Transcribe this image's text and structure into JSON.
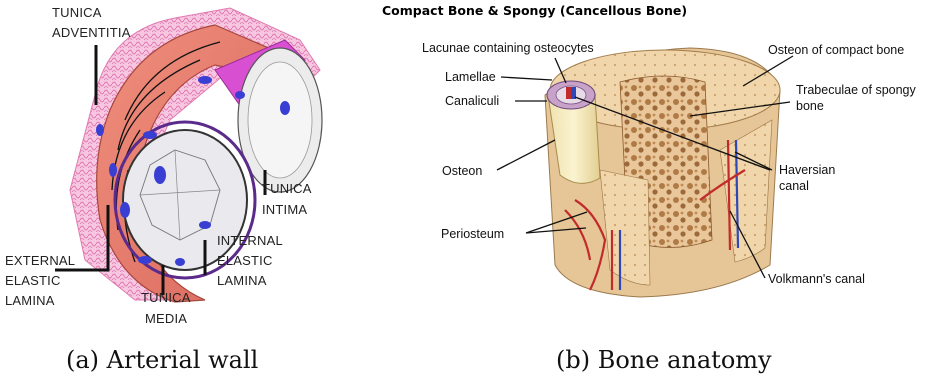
{
  "panel_a": {
    "caption": "(a) Arterial wall",
    "labels": {
      "adventitia_1": "TUNICA",
      "adventitia_2": "ADVENTITIA",
      "intima_1": "TUNICA",
      "intima_2": "INTIMA",
      "external_1": "EXTERNAL",
      "external_2": "ELASTIC",
      "external_3": "LAMINA",
      "internal_1": "INTERNAL",
      "internal_2": "ELASTIC",
      "internal_3": "LAMINA",
      "media_1": "TUNICA",
      "media_2": "MEDIA"
    }
  },
  "panel_b": {
    "title": "Compact Bone & Spongy (Cancellous Bone)",
    "caption": "(b) Bone anatomy",
    "labels": {
      "lacunae": "Lacunae containing osteocytes",
      "lamellae": "Lamellae",
      "canaliculi": "Canaliculi",
      "osteon": "Osteon",
      "periosteum": "Periosteum",
      "osteon_compact": "Osteon of compact bone",
      "trabeculae_1": "Trabeculae of spongy",
      "trabeculae_2": "bone",
      "haversian_1": "Haversian",
      "haversian_2": "canal",
      "volkmann": "Volkmann's canal"
    }
  }
}
